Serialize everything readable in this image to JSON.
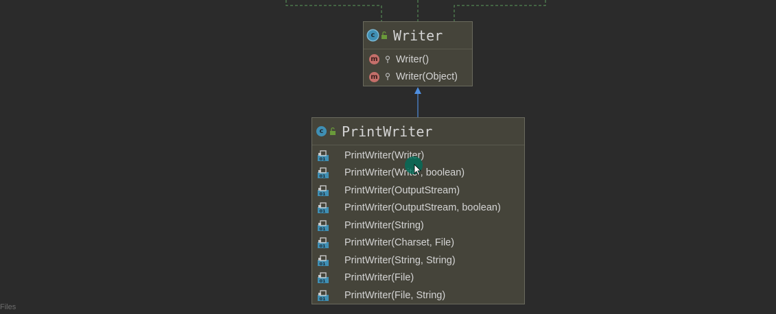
{
  "diagram": {
    "writer": {
      "title": "Writer",
      "class_icon": "class-icon",
      "members": [
        {
          "label": "Writer()",
          "icon": "method-icon",
          "visibility": "key-icon"
        },
        {
          "label": "Writer(Object)",
          "icon": "method-icon",
          "visibility": "key-icon"
        }
      ]
    },
    "printwriter": {
      "title": "PrintWriter",
      "class_icon": "class-icon",
      "members": [
        {
          "label": "PrintWriter(Writer)",
          "icon": "constructor-icon"
        },
        {
          "label": "PrintWriter(Writer, boolean)",
          "icon": "constructor-icon"
        },
        {
          "label": "PrintWriter(OutputStream)",
          "icon": "constructor-icon"
        },
        {
          "label": "PrintWriter(OutputStream, boolean)",
          "icon": "constructor-icon"
        },
        {
          "label": "PrintWriter(String)",
          "icon": "constructor-icon"
        },
        {
          "label": "PrintWriter(Charset, File)",
          "icon": "constructor-icon"
        },
        {
          "label": "PrintWriter(String, String)",
          "icon": "constructor-icon"
        },
        {
          "label": "PrintWriter(File)",
          "icon": "constructor-icon"
        },
        {
          "label": "PrintWriter(File, String)",
          "icon": "constructor-icon"
        }
      ]
    }
  },
  "status_bar": {
    "text": "Files"
  },
  "colors": {
    "background": "#2b2b2b",
    "node_fill": "#45443a",
    "node_border": "#6b6b5e",
    "inheritance_arrow": "#4f8fe0",
    "dashed_connector": "#5e9e5e",
    "class_icon": "#3f8fb4",
    "method_icon": "#c56f6a"
  }
}
